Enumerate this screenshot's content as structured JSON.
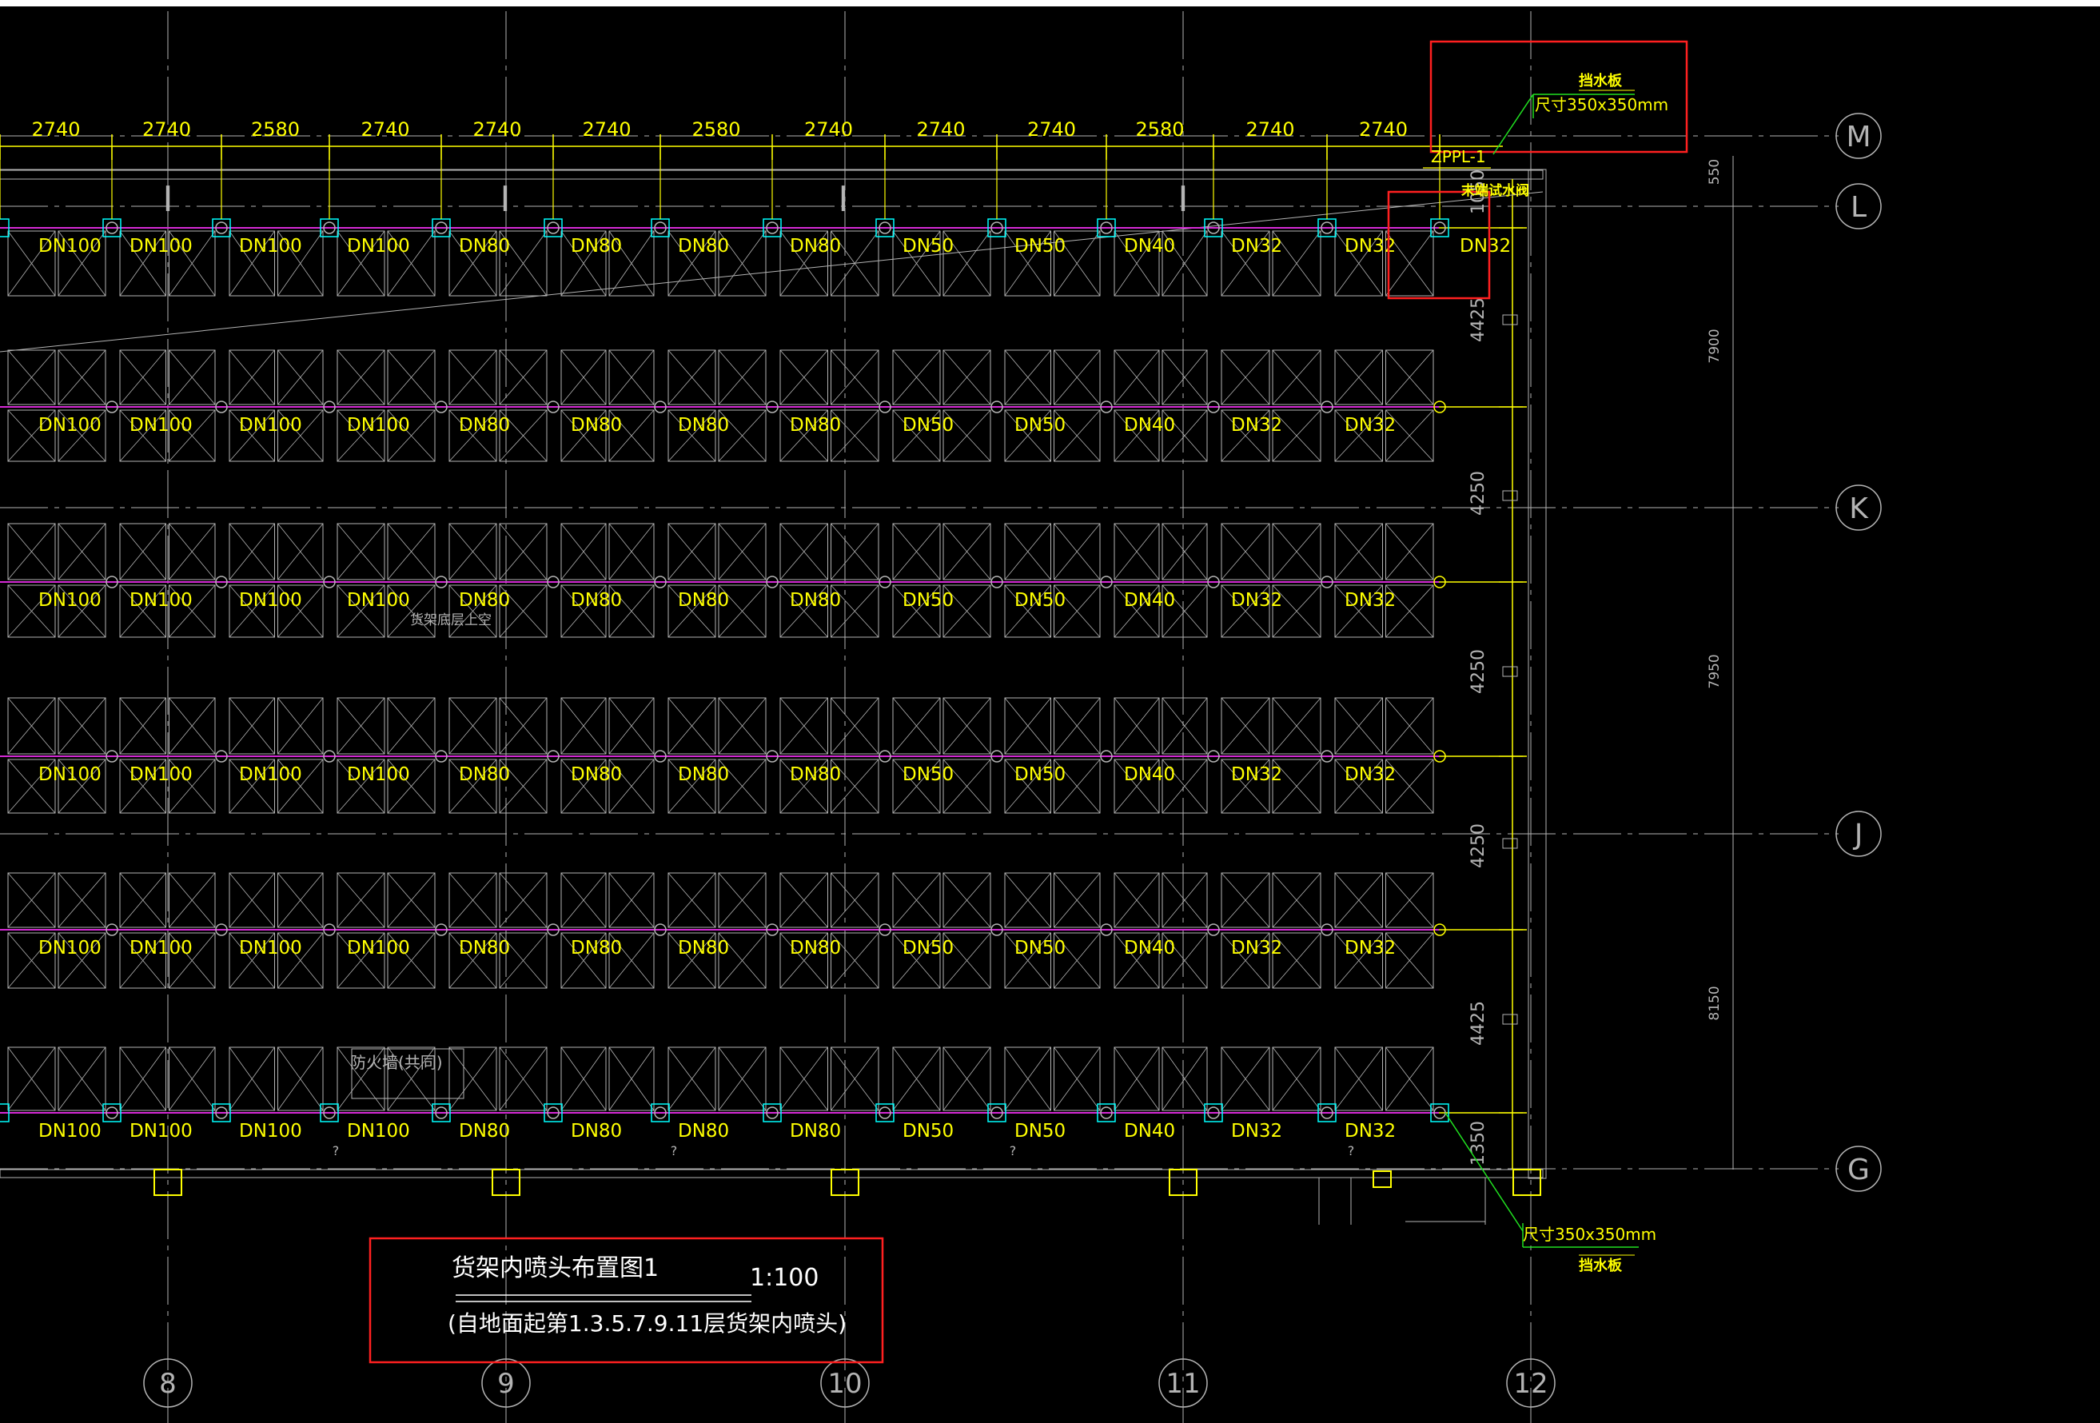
{
  "drawing": {
    "spacings": [
      "2740",
      "2740",
      "2580",
      "2740",
      "2740",
      "2740",
      "2580",
      "2740",
      "2740",
      "2740",
      "2580",
      "2740",
      "2740"
    ],
    "pipe_sizes": [
      "DN100",
      "DN100",
      "DN100",
      "DN100",
      "DN80",
      "DN80",
      "DN80",
      "DN80",
      "DN50",
      "DN50",
      "DN40",
      "DN32",
      "DN32"
    ],
    "top_row_last_size": "DN32",
    "left_dims": [
      "4425",
      "4250",
      "4250",
      "4250",
      "4425",
      "1350",
      "1050"
    ],
    "right_dims": [
      "550",
      "7900",
      "7950",
      "8150"
    ],
    "axis_rows": [
      "M",
      "L",
      "K",
      "J",
      "G"
    ],
    "axis_cols": [
      "8",
      "9",
      "10",
      "11",
      "12"
    ],
    "pipe_tag": "ZPPL-1",
    "valve_label": "末端试水阀",
    "baffle_top_label": "挡水板",
    "baffle_top_size": "尺寸350x350mm",
    "baffle_bottom_label": "挡水板",
    "baffle_bottom_size": "尺寸350x350mm",
    "inner_note": "货架底层上空",
    "fire_wall_label": "防火墙(共同)",
    "title_main": "货架内喷头布置图1",
    "scale": "1:100",
    "title_sub": "(自地面起第1.3.5.7.9.11层货架内喷头)",
    "colors": {
      "yellow": "#ffff00",
      "magenta": "#d62ad6",
      "cyan": "#00ffff",
      "gray": "#b4b4b4",
      "red": "#ff2020",
      "green": "#20e020"
    }
  }
}
